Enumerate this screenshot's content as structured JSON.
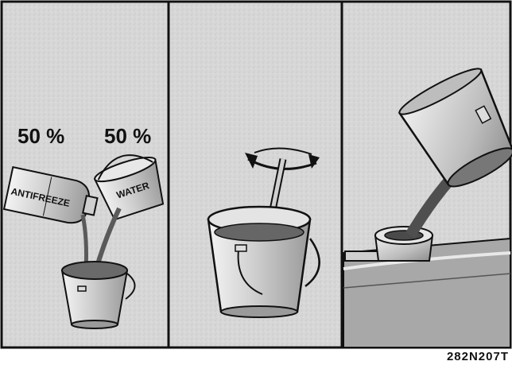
{
  "panels": [
    {
      "label_left": "50 %",
      "label_right": "50 %",
      "container_left": "ANTIFREEZE",
      "container_right": "WATER"
    },
    {},
    {}
  ],
  "figure_code": "282N207T",
  "colors": {
    "background": "#ffffff",
    "panel_fill": "#d9d9d9",
    "line": "#111111",
    "liquid": "#5a5a5a"
  }
}
